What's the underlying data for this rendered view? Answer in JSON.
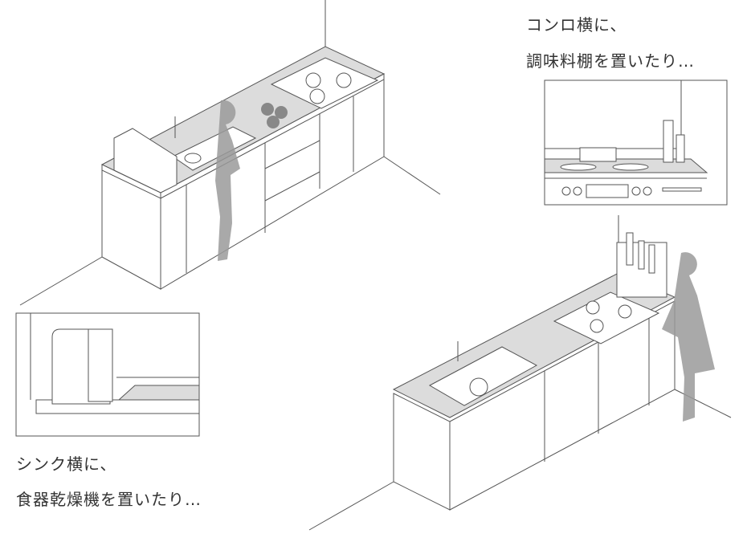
{
  "captions": {
    "stove_side": {
      "line1": "コンロ横に、",
      "line2": "調味料棚を置いたり…"
    },
    "sink_side": {
      "line1": "シンク横に、",
      "line2": "食器乾燥機を置いたり…"
    }
  },
  "colors": {
    "line": "#555555",
    "counter": "#dcdcdc",
    "silhouette": "#9a9a9a"
  }
}
